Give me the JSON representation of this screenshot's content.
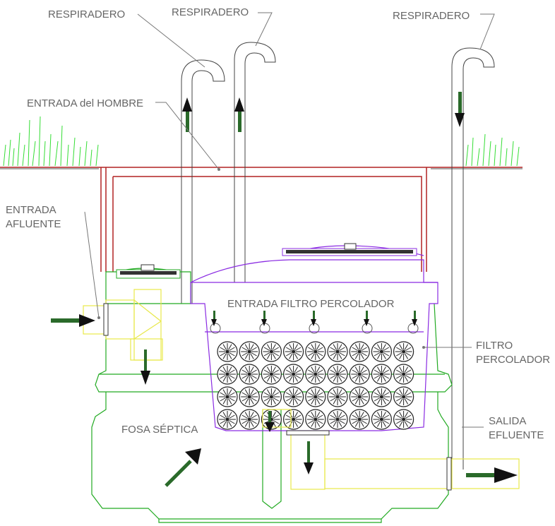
{
  "labels": {
    "vent_1": "RESPIRADERO",
    "vent_2": "RESPIRADERO",
    "vent_3": "RESPIRADERO",
    "manhole": "ENTRADA del HOMBRE",
    "inlet_line1": "ENTRADA",
    "inlet_line2": "AFLUENTE",
    "filter_inlet": "ENTRADA FILTRO PERCOLADOR",
    "filter_line1": "FILTRO",
    "filter_line2": "PERCOLADOR",
    "septic_tank": "FOSA SÉPTICA",
    "outlet_line1": "SALIDA",
    "outlet_line2": "EFLUENTE"
  },
  "colors": {
    "tank": "#22aa22",
    "filter": "#8a2be2",
    "pipes_yellow": "#e8e84a",
    "ground": "#b22222",
    "grass": "#33dd33",
    "arrows": "#1a1a1a",
    "leader": "#777777"
  }
}
